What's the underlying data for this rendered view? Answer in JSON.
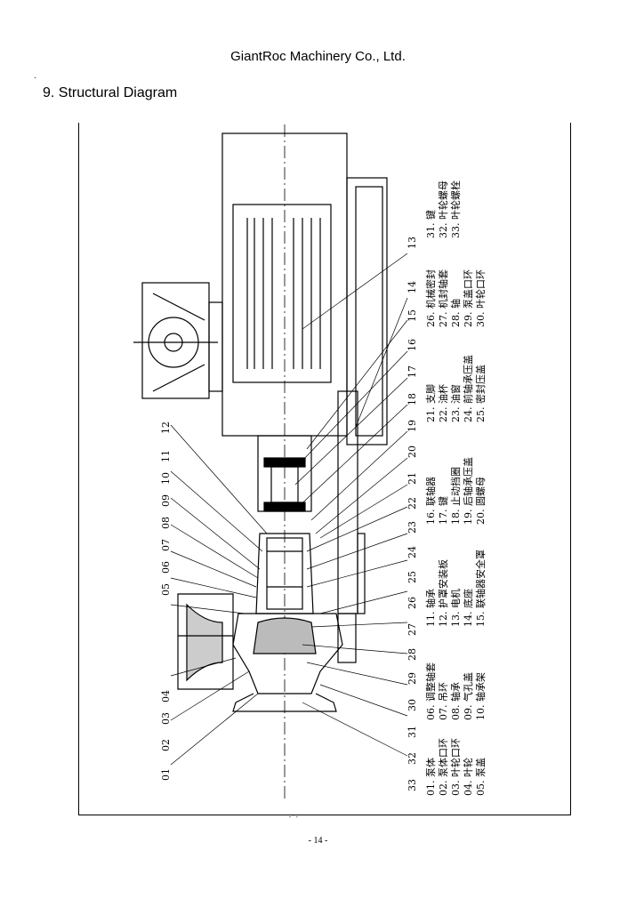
{
  "header": {
    "company": "GiantRoc Machinery Co., Ltd.",
    "dot": "."
  },
  "section_title": "9. Structural Diagram",
  "page_number": "- 14 -",
  "tiny_mark": "- ' -",
  "callout_numbers": [
    "12",
    "11",
    "10",
    "09",
    "08",
    "07",
    "06",
    "05",
    "04",
    "03",
    "02",
    "01",
    "13",
    "14",
    "15",
    "16",
    "17",
    "18",
    "19",
    "20",
    "21",
    "22",
    "23",
    "24",
    "25",
    "26",
    "27",
    "28",
    "29",
    "30",
    "31",
    "32",
    "33"
  ],
  "legend": [
    [
      "01. 泵体",
      "02. 泵体口环",
      "03. 叶轮口环",
      "04. 叶轮",
      "05. 泵盖"
    ],
    [
      "06. 调整轴套",
      "07. 吊环",
      "08. 轴承",
      "09. 气孔盖",
      "10. 轴承架"
    ],
    [
      "11. 轴承",
      "12. 护罩安装板",
      "13. 电机",
      "14. 底座",
      "15. 联轴器安全罩"
    ],
    [
      "16. 联轴器",
      "17. 键",
      "18. 止动挡圈",
      "19. 后轴承压盖",
      "20. 圆螺母"
    ],
    [
      "21. 支脚",
      "22. 油杯",
      "23. 油窗",
      "24. 前轴承压盖",
      "25. 密封压盖"
    ],
    [
      "26. 机械密封",
      "27. 机封轴套",
      "28. 轴",
      "29. 泵盖口环",
      "30. 叶轮口环"
    ],
    [
      "31. 键",
      "32. 叶轮螺母",
      "33. 叶轮螺栓"
    ]
  ]
}
